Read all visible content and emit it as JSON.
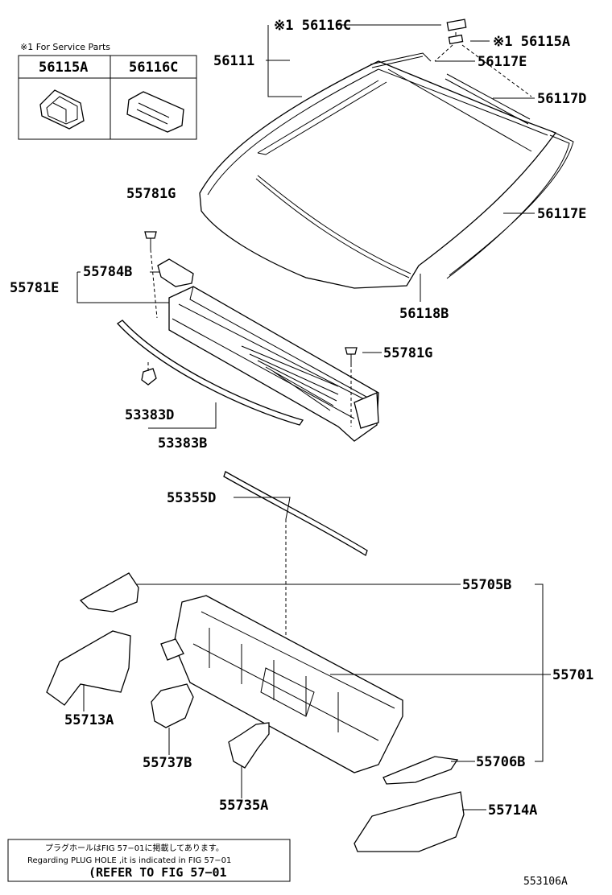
{
  "service_box": {
    "title": "※1 For Service Parts",
    "col1": "56115A",
    "col2": "56116C"
  },
  "labels": {
    "l_56116C": "※1 56116C",
    "l_56115A": "※1 56115A",
    "l_56111": "56111",
    "l_56117E_top": "56117E",
    "l_56117D": "56117D",
    "l_56117E_right": "56117E",
    "l_55781G_top": "55781G",
    "l_55784B": "55784B",
    "l_55781E": "55781E",
    "l_56118B": "56118B",
    "l_55781G_right": "55781G",
    "l_53383D": "53383D",
    "l_53383B": "53383B",
    "l_55355D": "55355D",
    "l_55705B": "55705B",
    "l_55701": "55701",
    "l_55713A": "55713A",
    "l_55737B": "55737B",
    "l_55706B": "55706B",
    "l_55735A": "55735A",
    "l_55714A": "55714A"
  },
  "note": {
    "line1": "プラグホールはFIG 57−01に掲載してあります。",
    "line2": "Regarding PLUG HOLE ,it is indicated in FIG 57−01",
    "line3": "(REFER TO FIG 57−01"
  },
  "figure_id": "553106A"
}
